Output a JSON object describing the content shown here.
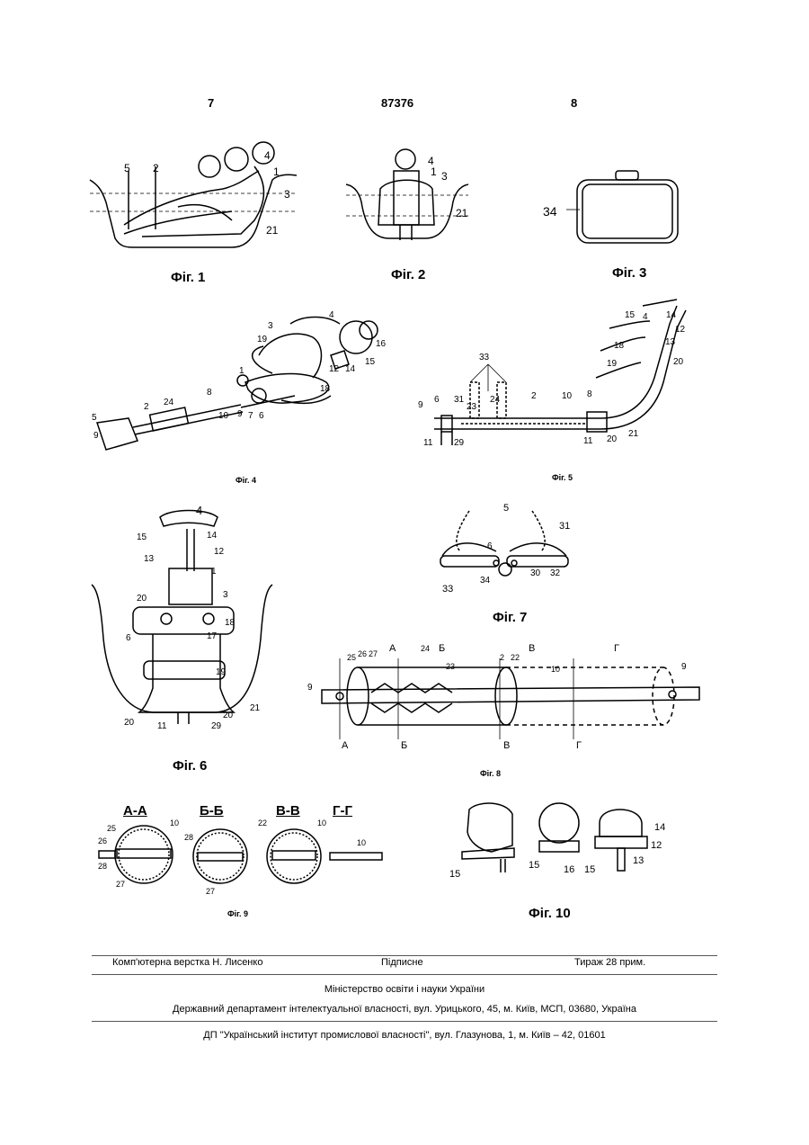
{
  "header": {
    "left_page": "7",
    "patent_number": "87376",
    "right_page": "8"
  },
  "figures": {
    "fig1": "Фіг. 1",
    "fig2": "Фіг. 2",
    "fig3": "Фіг. 3",
    "fig4": "Фіг. 4",
    "fig5": "Фіг. 5",
    "fig6": "Фіг. 6",
    "fig7": "Фіг. 7",
    "fig8": "Фіг. 8",
    "fig9": "Фіг. 9",
    "fig10": "Фіг. 10"
  },
  "section_labels": {
    "aa": "А-А",
    "bb": "Б-Б",
    "vv": "В-В",
    "gg": "Г-Г"
  },
  "footer": {
    "typesetting": "Комп'ютерна верстка Н. Лисенко",
    "subscription": "Підписне",
    "circulation": "Тираж 28 прим.",
    "ministry": "Міністерство освіти і науки України",
    "department": "Державний департамент інтелектуальної власності, вул. Урицького, 45, м. Київ, МСП, 03680, Україна",
    "institute": "ДП \"Український інститут промислової власності\", вул. Глазунова, 1, м. Київ – 42, 01601"
  }
}
